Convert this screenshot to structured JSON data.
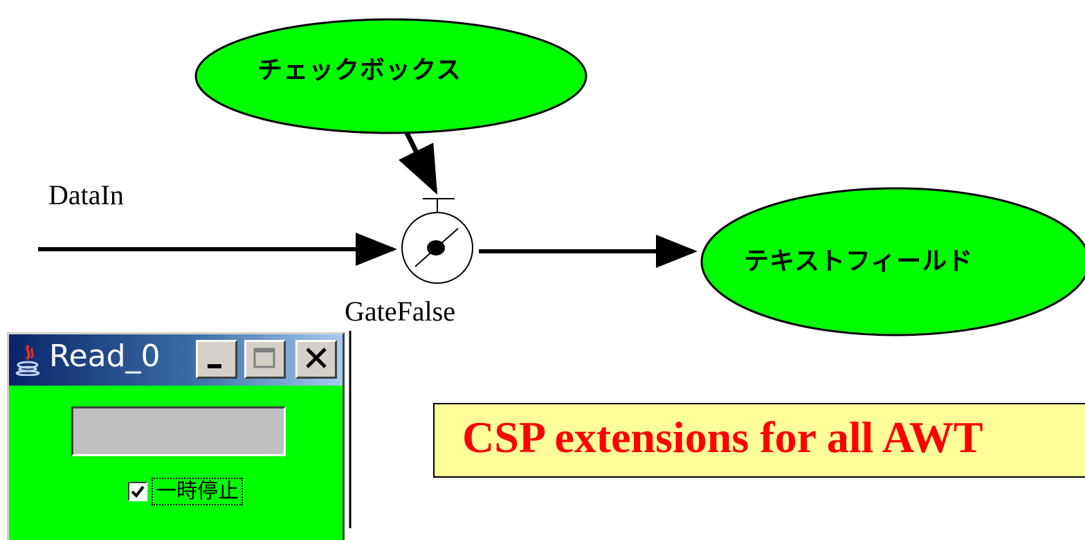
{
  "nodes": {
    "checkbox": {
      "label": "チェックボックス"
    },
    "textfield": {
      "label": "テキストフィールド"
    }
  },
  "labels": {
    "data_in": "DataIn",
    "gate": "GateFalse"
  },
  "awt_window": {
    "title": "Read_0",
    "title_icon": "java-coffee-icon",
    "buttons": {
      "minimize": "_",
      "maximize": "□",
      "close": "X"
    },
    "text_field_value": "",
    "checkbox": {
      "label": "一時停止",
      "checked": true
    }
  },
  "callout": {
    "text": "CSP extensions for all AWT"
  },
  "colors": {
    "node_fill": "#00ff00",
    "window_bg": "#00ff00",
    "callout_bg": "#ffff99",
    "callout_text": "#ff0000",
    "titlebar_start": "#0a246a",
    "titlebar_end": "#a6caf0"
  }
}
